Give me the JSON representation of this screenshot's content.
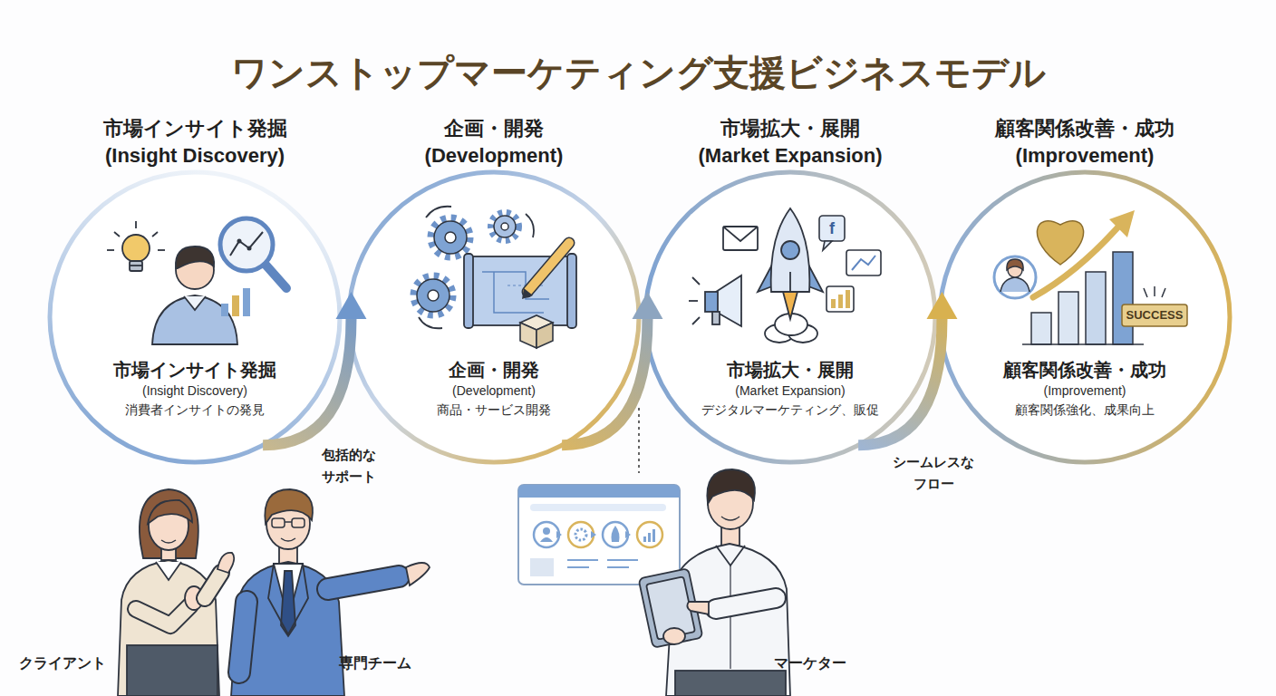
{
  "diagram": {
    "title": "ワンストップマーケティング支援ビジネスモデル",
    "nodes": [
      {
        "text": [
          "市場インサイト発掘 (Insight Discovery)",
          "市場インサイト発掘",
          "(Insight Discovery)",
          "消費者インサイトの発見"
        ]
      },
      {
        "text": [
          "企画・開発 (Development)",
          "企画・開発",
          "(Development)",
          "商品・サービス開発"
        ]
      },
      {
        "text": [
          "市場拡大・展開 (Market Expansion)",
          "市場拡大・展開",
          "(Market Expansion)",
          "デジタルマーケティング、販促"
        ]
      },
      {
        "text": [
          "顧客関係改善・成功 (Improvement)",
          "顧客関係改善・成功",
          "(Improvement)",
          "顧客関係強化、成果向上"
        ]
      }
    ],
    "edges": [
      {
        "from": 0,
        "to": 1,
        "arrow": "to"
      },
      {
        "from": 1,
        "to": 2,
        "arrow": "to"
      },
      {
        "from": 2,
        "to": 3,
        "arrow": "to"
      }
    ],
    "labels": [
      "f",
      "SUCCESS",
      "包括的な サポート",
      "シームレスな フロー",
      "クライアント",
      "専門チーム",
      "マーケター"
    ]
  }
}
